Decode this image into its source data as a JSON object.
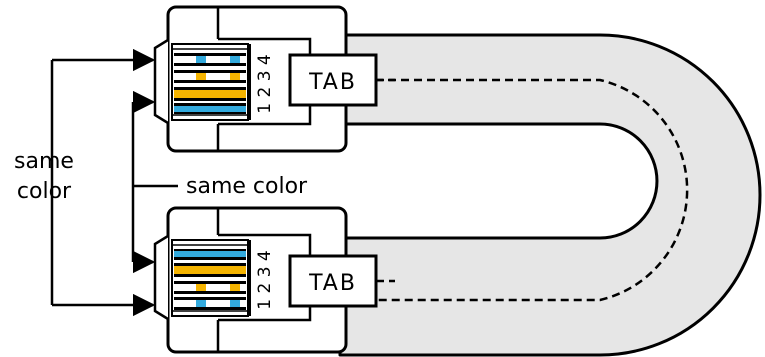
{
  "labels": {
    "left_line1": "same",
    "left_line2": "color",
    "middle": "same color"
  },
  "connectors": {
    "top": {
      "tab_label": "TAB",
      "pin_numbers": "1 2 3 4"
    },
    "bottom": {
      "tab_label": "TAB",
      "pin_numbers": "1 2 3 4"
    }
  },
  "colors": {
    "cable_fill": "#e6e6e6",
    "outline": "#000000",
    "wire_blue": "#33aadd",
    "wire_yellow": "#f5b400"
  }
}
